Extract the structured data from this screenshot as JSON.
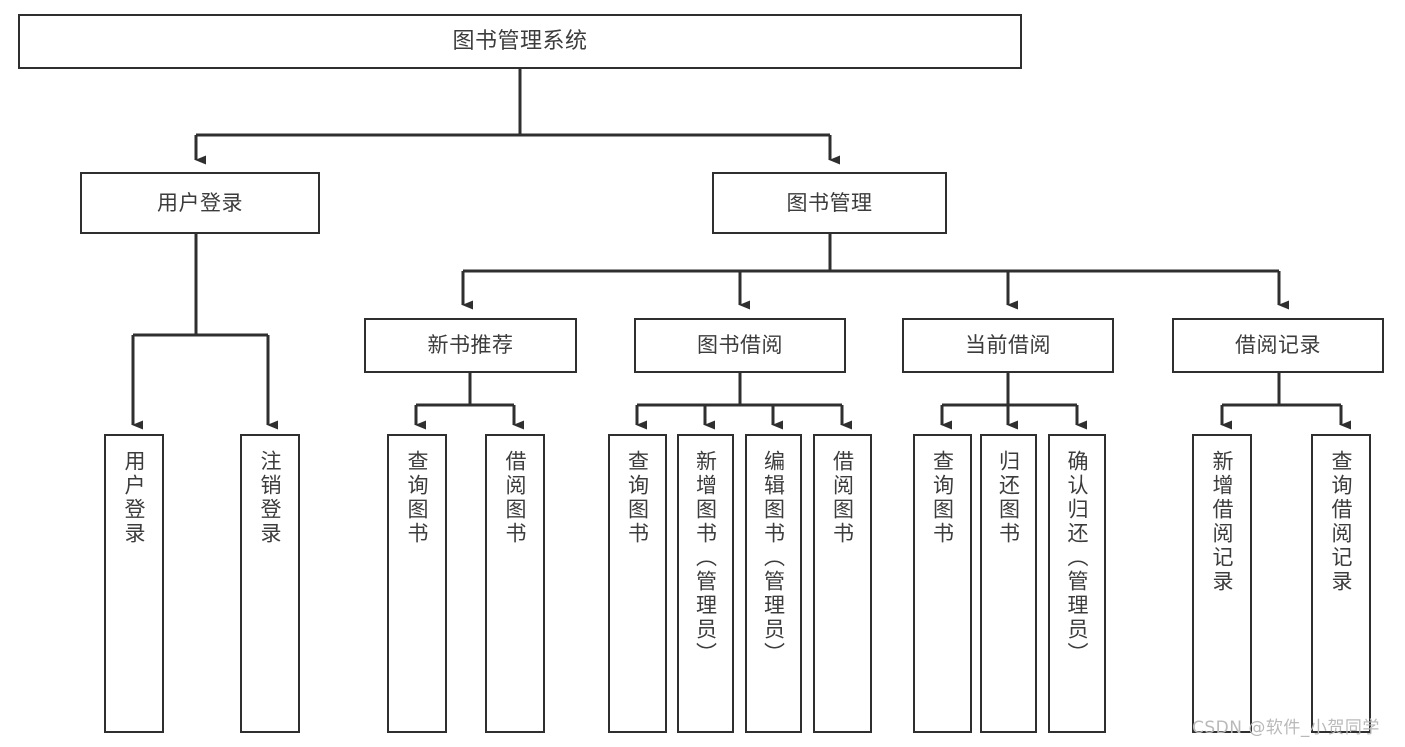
{
  "diagram": {
    "title": "图书管理系统",
    "type": "hierarchy-tree",
    "root": {
      "label": "图书管理系统"
    },
    "level2": [
      {
        "label": "用户登录"
      },
      {
        "label": "图书管理"
      }
    ],
    "level3": [
      {
        "label": "新书推荐"
      },
      {
        "label": "图书借阅"
      },
      {
        "label": "当前借阅"
      },
      {
        "label": "借阅记录"
      }
    ],
    "leaves": {
      "user_login": [
        {
          "label": "用户登录"
        },
        {
          "label": "注销登录"
        }
      ],
      "new_book_recommend": [
        {
          "label": "查询图书"
        },
        {
          "label": "借阅图书"
        }
      ],
      "book_borrow": [
        {
          "label": "查询图书"
        },
        {
          "label": "新增图书（管理员）"
        },
        {
          "label": "编辑图书（管理员）"
        },
        {
          "label": "借阅图书"
        }
      ],
      "current_borrow": [
        {
          "label": "查询图书"
        },
        {
          "label": "归还图书"
        },
        {
          "label": "确认归还（管理员）"
        }
      ],
      "borrow_record": [
        {
          "label": "新增借阅记录"
        },
        {
          "label": "查询借阅记录"
        }
      ]
    }
  },
  "watermark": {
    "text": "CSDN @软件_小贺同学"
  },
  "colors": {
    "box_border": "#2f2f2f",
    "box_fill": "#ffffff",
    "text": "#3c3c3c",
    "connector": "#2f2f2f",
    "watermark": "#b9b9b9",
    "background": "#ffffff"
  }
}
